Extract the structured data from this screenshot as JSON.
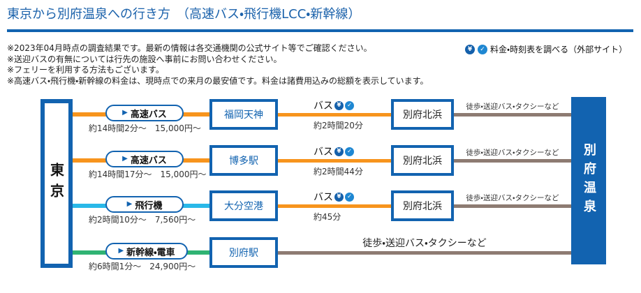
{
  "colors": {
    "brand_blue": "#1263b0",
    "title_blue": "#1b62ab",
    "bus_orange": "#f7941d",
    "plane_cyan": "#29b8e8",
    "train_green": "#2fb373",
    "walk_gray": "#8d7b72",
    "yen_icon_blue": "#1460ab",
    "check_icon_blue": "#1e87d2"
  },
  "icons": {
    "arrow": "▶",
    "yen": "¥",
    "check": "✓"
  },
  "header": {
    "title": "東京から別府温泉への行き方　（高速バス・飛行機LCC・新幹線）",
    "external_link_label": "料金・時刻表を調べる（外部サイト）"
  },
  "notes": [
    "※2023年04月時点の調査結果です。最新の情報は各交通機関の公式サイト等でご確認ください。",
    "※送迎バスの有無については行先の施設へ事前にお問い合わせください。",
    "※フェリーを利用する方法もございます。",
    "※高速バス・飛行機・新幹線の料金は、現時点での来月の最安値です。料金は諸費用込みの総額を表示しています。"
  ],
  "diagram": {
    "origin": "東京",
    "destination": "別府温泉",
    "routes": [
      {
        "mode": "高速バス",
        "leg1_detail": "約14時間2分～　15,000円～",
        "via": "福岡天神",
        "leg2_mode": "バス",
        "leg2_detail": "約2時間20分",
        "transfer": "別府北浜",
        "last_leg": "徒歩・送迎バス・タクシーなど"
      },
      {
        "mode": "高速バス",
        "leg1_detail": "約14時間17分～　15,000円～",
        "via": "博多駅",
        "leg2_mode": "バス",
        "leg2_detail": "約2時間44分",
        "transfer": "別府北浜",
        "last_leg": "徒歩・送迎バス・タクシーなど"
      },
      {
        "mode": "飛行機",
        "leg1_detail": "約2時間10分～　7,560円～",
        "via": "大分空港",
        "leg2_mode": "バス",
        "leg2_detail": "約45分",
        "transfer": "別府北浜",
        "last_leg": "徒歩・送迎バス・タクシーなど"
      },
      {
        "mode": "新幹線・電車",
        "leg1_detail": "約6時間1分～　24,900円～",
        "via": "別府駅",
        "last_leg": "徒歩・送迎バス・タクシーなど"
      }
    ]
  }
}
